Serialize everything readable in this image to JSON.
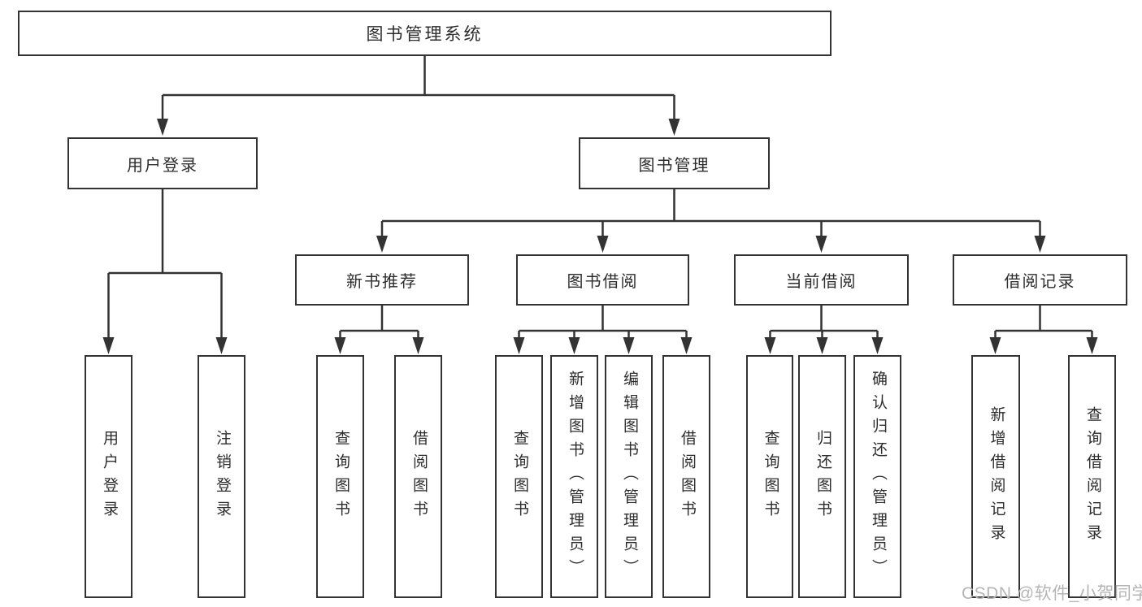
{
  "page": {
    "background_color": "#ffffff",
    "line_color": "#333333",
    "box_border_color": "#333333",
    "text_color": "#2d2d2d",
    "watermark": "CSDN @软件_小贺同学",
    "watermark_color": "#b5b5b5"
  },
  "diagram": {
    "type": "hierarchy-tree",
    "root": {
      "label": "图书管理系统",
      "children": [
        {
          "label": "用户登录",
          "children": [
            {
              "label": "用户登录"
            },
            {
              "label": "注销登录"
            }
          ]
        },
        {
          "label": "图书管理",
          "children": [
            {
              "label": "新书推荐",
              "children": [
                {
                  "label": "查询图书"
                },
                {
                  "label": "借阅图书"
                }
              ]
            },
            {
              "label": "图书借阅",
              "children": [
                {
                  "label": "查询图书"
                },
                {
                  "label": "新增图书（管理员）"
                },
                {
                  "label": "编辑图书（管理员）"
                },
                {
                  "label": "借阅图书"
                }
              ]
            },
            {
              "label": "当前借阅",
              "children": [
                {
                  "label": "查询图书"
                },
                {
                  "label": "归还图书"
                },
                {
                  "label": "确认归还（管理员）"
                }
              ]
            },
            {
              "label": "借阅记录",
              "children": [
                {
                  "label": "新增借阅记录"
                },
                {
                  "label": "查询借阅记录"
                }
              ]
            }
          ]
        }
      ]
    }
  }
}
